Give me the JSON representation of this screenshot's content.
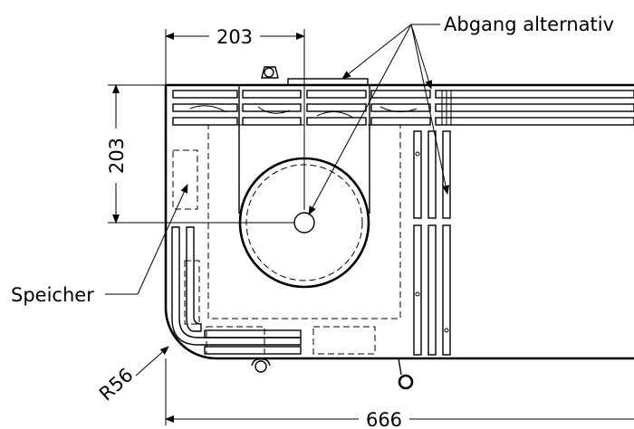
{
  "labels": {
    "top_dimension": "203",
    "left_dimension": "203",
    "bottom_dimension": "666",
    "radius": "R56",
    "outlet_note": "Abgang alternativ",
    "storage_note": "Speicher"
  }
}
